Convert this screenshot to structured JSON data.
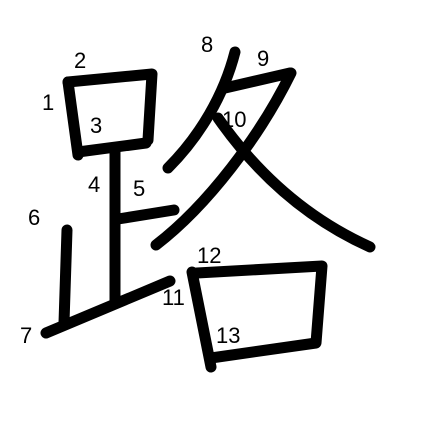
{
  "character": "路",
  "stroke_numbers": [
    "1",
    "2",
    "3",
    "4",
    "5",
    "6",
    "7",
    "8",
    "9",
    "10",
    "11",
    "12",
    "13"
  ],
  "colors": {
    "background": "#ffffff",
    "ink": "#000000"
  }
}
